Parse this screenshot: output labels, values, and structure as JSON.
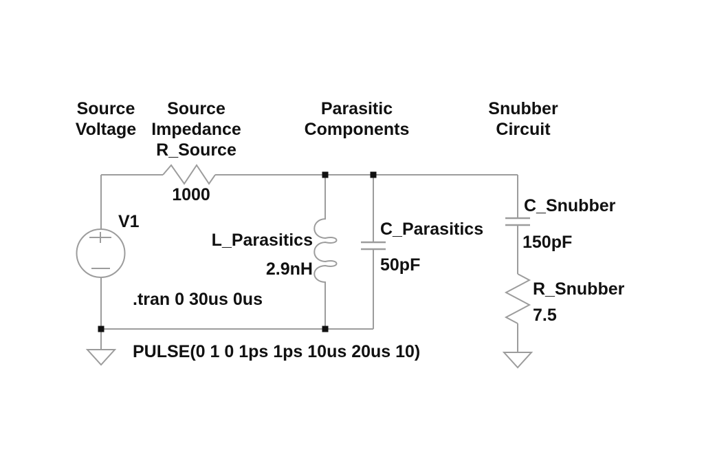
{
  "colors": {
    "background": "#ffffff",
    "wire": "#9c9c9c",
    "text": "#111111",
    "junction_dot": "#111111"
  },
  "annotations": {
    "source_voltage": {
      "line1": "Source",
      "line2": "Voltage"
    },
    "source_impedance": {
      "line1": "Source",
      "line2": "Impedance"
    },
    "parasitic_components": {
      "line1": "Parasitic",
      "line2": "Components"
    },
    "snubber_circuit": {
      "line1": "Snubber",
      "line2": "Circuit"
    }
  },
  "components": {
    "v1": {
      "designator": "V1",
      "value": "PULSE(0 1 0 1ps 1ps 10us 20us 10)",
      "type": "voltage-source"
    },
    "r_source": {
      "designator": "R_Source",
      "value": "1000",
      "type": "resistor"
    },
    "l_parasitics": {
      "designator": "L_Parasitics",
      "value": "2.9nH",
      "type": "inductor"
    },
    "c_parasitics": {
      "designator": "C_Parasitics",
      "value": "50pF",
      "type": "capacitor"
    },
    "c_snubber": {
      "designator": "C_Snubber",
      "value": "150pF",
      "type": "capacitor"
    },
    "r_snubber": {
      "designator": "R_Snubber",
      "value": "7.5",
      "type": "resistor"
    }
  },
  "directives": {
    "tran": ".tran 0 30us 0us"
  }
}
